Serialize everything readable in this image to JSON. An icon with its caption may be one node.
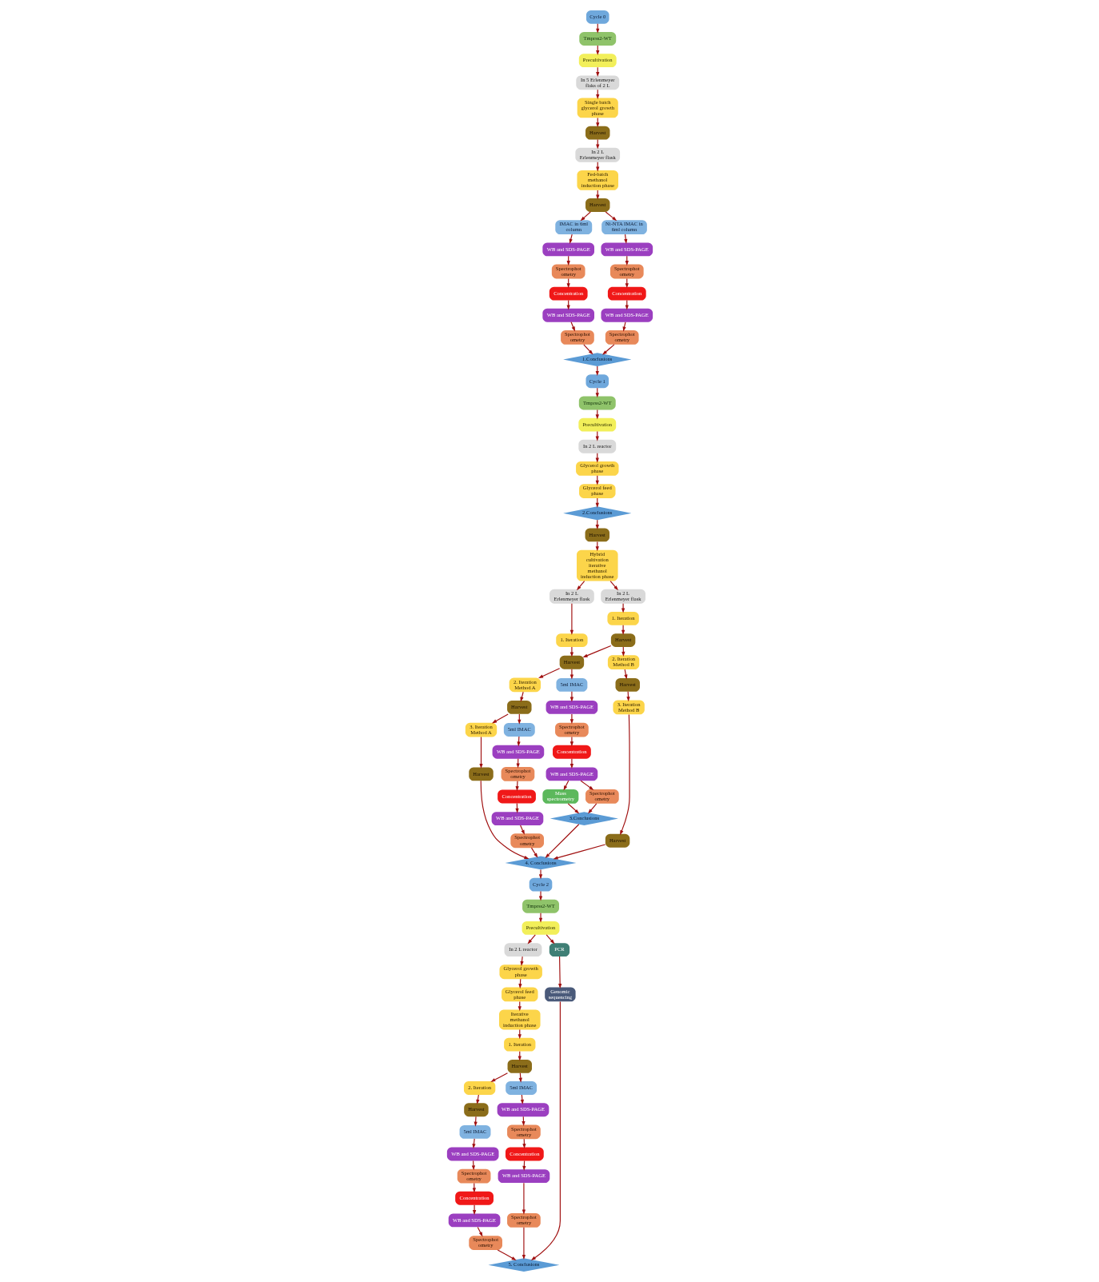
{
  "diagram": {
    "nodes": [
      {
        "text": [
          "Cycle 0"
        ]
      },
      {
        "text": [
          "Tmprss2-WT"
        ]
      },
      {
        "text": [
          "Precultivation"
        ]
      },
      {
        "text": [
          "In 5 Erlenmeyer flaks of 2 L"
        ]
      },
      {
        "text": [
          "Single batch glycerol growth phase"
        ]
      },
      {
        "text": [
          "Harvest"
        ]
      },
      {
        "text": [
          "In 2 L Erlenmeyer flask"
        ]
      },
      {
        "text": [
          "Fed-batch methanol induction phase"
        ]
      },
      {
        "text": [
          "Harvest"
        ]
      },
      {
        "text": [
          "IMAC in 6ml column"
        ]
      },
      {
        "text": [
          "Ni-NTA IMAC in 6ml column"
        ]
      },
      {
        "text": [
          "WB and SDS-PAGE"
        ]
      },
      {
        "text": [
          "WB and SDS-PAGE"
        ]
      },
      {
        "text": [
          "Spectrophot ometry"
        ]
      },
      {
        "text": [
          "Spectrophot ometry"
        ]
      },
      {
        "text": [
          "Concentration"
        ]
      },
      {
        "text": [
          "Concentration"
        ]
      },
      {
        "text": [
          "WB and SDS-PAGE"
        ]
      },
      {
        "text": [
          "WB and SDS-PAGE"
        ]
      },
      {
        "text": [
          "Spectrophot ometry"
        ]
      },
      {
        "text": [
          "Spectrophot ometry"
        ]
      },
      {
        "text": [
          "1.Conclusions"
        ]
      },
      {
        "text": [
          "Cycle 1"
        ]
      },
      {
        "text": [
          "Tmprss2-WT"
        ]
      },
      {
        "text": [
          "Precultivation"
        ]
      },
      {
        "text": [
          "In 2 L reactor"
        ]
      },
      {
        "text": [
          "Glycerol growth phase"
        ]
      },
      {
        "text": [
          "Glycerol feed phase"
        ]
      },
      {
        "text": [
          "2.Conclusions"
        ]
      },
      {
        "text": [
          "Harvest"
        ]
      },
      {
        "text": [
          "Hybrid cultivation iterative methanol induction phase"
        ]
      },
      {
        "text": [
          "In 2 L Erlenmeyer flask"
        ]
      },
      {
        "text": [
          "In 2 L Erlenmeyer flask"
        ]
      },
      {
        "text": [
          "1. Iteration"
        ]
      },
      {
        "text": [
          "1. Iteration"
        ]
      },
      {
        "text": [
          "Harvest"
        ]
      },
      {
        "text": [
          "Harvest"
        ]
      },
      {
        "text": [
          "2. Iteration Method A"
        ]
      },
      {
        "text": [
          "2. Iteration Method B"
        ]
      },
      {
        "text": [
          "Harvest"
        ]
      },
      {
        "text": [
          "Harvest"
        ]
      },
      {
        "text": [
          "3. Iteration Method A"
        ]
      },
      {
        "text": [
          "3. Iteration Method B"
        ]
      },
      {
        "text": [
          "Harvest"
        ]
      },
      {
        "text": [
          "Harvest"
        ]
      },
      {
        "text": [
          "4. Conclusions"
        ]
      },
      {
        "text": [
          "5ml IMAC"
        ]
      },
      {
        "text": [
          "WB and SDS-PAGE"
        ]
      },
      {
        "text": [
          "Spectrophot ometry"
        ]
      },
      {
        "text": [
          "Concentration"
        ]
      },
      {
        "text": [
          "WB and SDS-PAGE"
        ]
      },
      {
        "text": [
          "Mass spectrometry"
        ]
      },
      {
        "text": [
          "Spectrophot ometry"
        ]
      },
      {
        "text": [
          "3.Conclusions"
        ]
      },
      {
        "text": [
          "5ml IMAC"
        ]
      },
      {
        "text": [
          "WB and SDS-PAGE"
        ]
      },
      {
        "text": [
          "Spectrophot ometry"
        ]
      },
      {
        "text": [
          "Concentration"
        ]
      },
      {
        "text": [
          "WB and SDS-PAGE"
        ]
      },
      {
        "text": [
          "Spectrophot ometry"
        ]
      },
      {
        "text": [
          "Cycle 2"
        ]
      },
      {
        "text": [
          "Tmprss2-WT"
        ]
      },
      {
        "text": [
          "Precultivation"
        ]
      },
      {
        "text": [
          "In 2 L reactor"
        ]
      },
      {
        "text": [
          "Glycerol growth phase"
        ]
      },
      {
        "text": [
          "Glycerol feed phase"
        ]
      },
      {
        "text": [
          "Iterative methanol induction phase"
        ]
      },
      {
        "text": [
          "1. Iteration"
        ]
      },
      {
        "text": [
          "Harvest"
        ]
      },
      {
        "text": [
          "2. Iteration"
        ]
      },
      {
        "text": [
          "Harvest"
        ]
      },
      {
        "text": [
          "5ml IMAC"
        ]
      },
      {
        "text": [
          "5ml IMAC"
        ]
      },
      {
        "text": [
          "WB and SDS-PAGE"
        ]
      },
      {
        "text": [
          "WB and SDS-PAGE"
        ]
      },
      {
        "text": [
          "Spectrophot ometry"
        ]
      },
      {
        "text": [
          "Spectrophot ometry"
        ]
      },
      {
        "text": [
          "Concentration"
        ]
      },
      {
        "text": [
          "Concentration"
        ]
      },
      {
        "text": [
          "WB and SDS-PAGE"
        ]
      },
      {
        "text": [
          "WB and SDS-PAGE"
        ]
      },
      {
        "text": [
          "Spectrophot ometry"
        ]
      },
      {
        "text": [
          "Spectrophot ometry"
        ]
      },
      {
        "text": [
          "PCR"
        ]
      },
      {
        "text": [
          "Genomic sequencing"
        ]
      },
      {
        "text": [
          "5. Conclusions"
        ]
      }
    ],
    "edges": [
      {
        "from": 0,
        "to": 1,
        "arrow": "to"
      },
      {
        "from": 1,
        "to": 2,
        "arrow": "to"
      },
      {
        "from": 2,
        "to": 3,
        "arrow": "to"
      },
      {
        "from": 3,
        "to": 4,
        "arrow": "to"
      },
      {
        "from": 4,
        "to": 5,
        "arrow": "to"
      },
      {
        "from": 5,
        "to": 6,
        "arrow": "to"
      },
      {
        "from": 6,
        "to": 7,
        "arrow": "to"
      },
      {
        "from": 7,
        "to": 8,
        "arrow": "to"
      },
      {
        "from": 8,
        "to": 9,
        "arrow": "to"
      },
      {
        "from": 8,
        "to": 10,
        "arrow": "to"
      },
      {
        "from": 9,
        "to": 11,
        "arrow": "to"
      },
      {
        "from": 10,
        "to": 12,
        "arrow": "to"
      },
      {
        "from": 11,
        "to": 13,
        "arrow": "to"
      },
      {
        "from": 12,
        "to": 14,
        "arrow": "to"
      },
      {
        "from": 13,
        "to": 15,
        "arrow": "to"
      },
      {
        "from": 14,
        "to": 16,
        "arrow": "to"
      },
      {
        "from": 15,
        "to": 17,
        "arrow": "to"
      },
      {
        "from": 16,
        "to": 18,
        "arrow": "to"
      },
      {
        "from": 17,
        "to": 19,
        "arrow": "to"
      },
      {
        "from": 18,
        "to": 20,
        "arrow": "to"
      },
      {
        "from": 19,
        "to": 21,
        "arrow": "to"
      },
      {
        "from": 20,
        "to": 21,
        "arrow": "to"
      },
      {
        "from": 21,
        "to": 22,
        "arrow": "to"
      },
      {
        "from": 22,
        "to": 23,
        "arrow": "to"
      },
      {
        "from": 23,
        "to": 24,
        "arrow": "to"
      },
      {
        "from": 24,
        "to": 25,
        "arrow": "to"
      },
      {
        "from": 25,
        "to": 26,
        "arrow": "to"
      },
      {
        "from": 26,
        "to": 27,
        "arrow": "to"
      },
      {
        "from": 27,
        "to": 28,
        "arrow": "to"
      },
      {
        "from": 28,
        "to": 29,
        "arrow": "to"
      },
      {
        "from": 29,
        "to": 30,
        "arrow": "to"
      },
      {
        "from": 30,
        "to": 31,
        "arrow": "to"
      },
      {
        "from": 30,
        "to": 32,
        "arrow": "to"
      },
      {
        "from": 31,
        "to": 33,
        "arrow": "to"
      },
      {
        "from": 32,
        "to": 34,
        "arrow": "to"
      },
      {
        "from": 33,
        "to": 35,
        "arrow": "to"
      },
      {
        "from": 34,
        "to": 36,
        "arrow": "to"
      },
      {
        "from": 36,
        "to": 35,
        "arrow": "to"
      },
      {
        "from": 35,
        "to": 37,
        "arrow": "to"
      },
      {
        "from": 36,
        "to": 38,
        "arrow": "to"
      },
      {
        "from": 37,
        "to": 39,
        "arrow": "to"
      },
      {
        "from": 38,
        "to": 40,
        "arrow": "to"
      },
      {
        "from": 39,
        "to": 41,
        "arrow": "to"
      },
      {
        "from": 40,
        "to": 42,
        "arrow": "to"
      },
      {
        "from": 41,
        "to": 43,
        "arrow": "to"
      },
      {
        "from": 42,
        "to": 44,
        "arrow": "to"
      },
      {
        "from": 43,
        "to": 45,
        "arrow": "to"
      },
      {
        "from": 44,
        "to": 45,
        "arrow": "to"
      },
      {
        "from": 35,
        "to": 46,
        "arrow": "to"
      },
      {
        "from": 46,
        "to": 47,
        "arrow": "to"
      },
      {
        "from": 47,
        "to": 48,
        "arrow": "to"
      },
      {
        "from": 48,
        "to": 49,
        "arrow": "to"
      },
      {
        "from": 49,
        "to": 50,
        "arrow": "to"
      },
      {
        "from": 50,
        "to": 51,
        "arrow": "to"
      },
      {
        "from": 50,
        "to": 52,
        "arrow": "to"
      },
      {
        "from": 51,
        "to": 53,
        "arrow": "to"
      },
      {
        "from": 52,
        "to": 53,
        "arrow": "to"
      },
      {
        "from": 53,
        "to": 45,
        "arrow": "to"
      },
      {
        "from": 39,
        "to": 54,
        "arrow": "to"
      },
      {
        "from": 54,
        "to": 55,
        "arrow": "to"
      },
      {
        "from": 55,
        "to": 56,
        "arrow": "to"
      },
      {
        "from": 56,
        "to": 57,
        "arrow": "to"
      },
      {
        "from": 57,
        "to": 58,
        "arrow": "to"
      },
      {
        "from": 58,
        "to": 59,
        "arrow": "to"
      },
      {
        "from": 59,
        "to": 45,
        "arrow": "to"
      },
      {
        "from": 45,
        "to": 60,
        "arrow": "to"
      },
      {
        "from": 60,
        "to": 61,
        "arrow": "to"
      },
      {
        "from": 61,
        "to": 62,
        "arrow": "to"
      },
      {
        "from": 62,
        "to": 63,
        "arrow": "to"
      },
      {
        "from": 63,
        "to": 64,
        "arrow": "to"
      },
      {
        "from": 64,
        "to": 65,
        "arrow": "to"
      },
      {
        "from": 65,
        "to": 66,
        "arrow": "to"
      },
      {
        "from": 66,
        "to": 67,
        "arrow": "to"
      },
      {
        "from": 67,
        "to": 68,
        "arrow": "to"
      },
      {
        "from": 68,
        "to": 69,
        "arrow": "to"
      },
      {
        "from": 69,
        "to": 70,
        "arrow": "to"
      },
      {
        "from": 70,
        "to": 71,
        "arrow": "to"
      },
      {
        "from": 68,
        "to": 72,
        "arrow": "to"
      },
      {
        "from": 71,
        "to": 73,
        "arrow": "to"
      },
      {
        "from": 72,
        "to": 74,
        "arrow": "to"
      },
      {
        "from": 73,
        "to": 75,
        "arrow": "to"
      },
      {
        "from": 74,
        "to": 76,
        "arrow": "to"
      },
      {
        "from": 75,
        "to": 77,
        "arrow": "to"
      },
      {
        "from": 76,
        "to": 78,
        "arrow": "to"
      },
      {
        "from": 77,
        "to": 79,
        "arrow": "to"
      },
      {
        "from": 78,
        "to": 80,
        "arrow": "to"
      },
      {
        "from": 79,
        "to": 81,
        "arrow": "to"
      },
      {
        "from": 80,
        "to": 82,
        "arrow": "to"
      },
      {
        "from": 62,
        "to": 83,
        "arrow": "to"
      },
      {
        "from": 83,
        "to": 84,
        "arrow": "to"
      },
      {
        "from": 84,
        "to": 85,
        "arrow": "to"
      },
      {
        "from": 81,
        "to": 85,
        "arrow": "to"
      },
      {
        "from": 82,
        "to": 85,
        "arrow": "to"
      }
    ]
  }
}
